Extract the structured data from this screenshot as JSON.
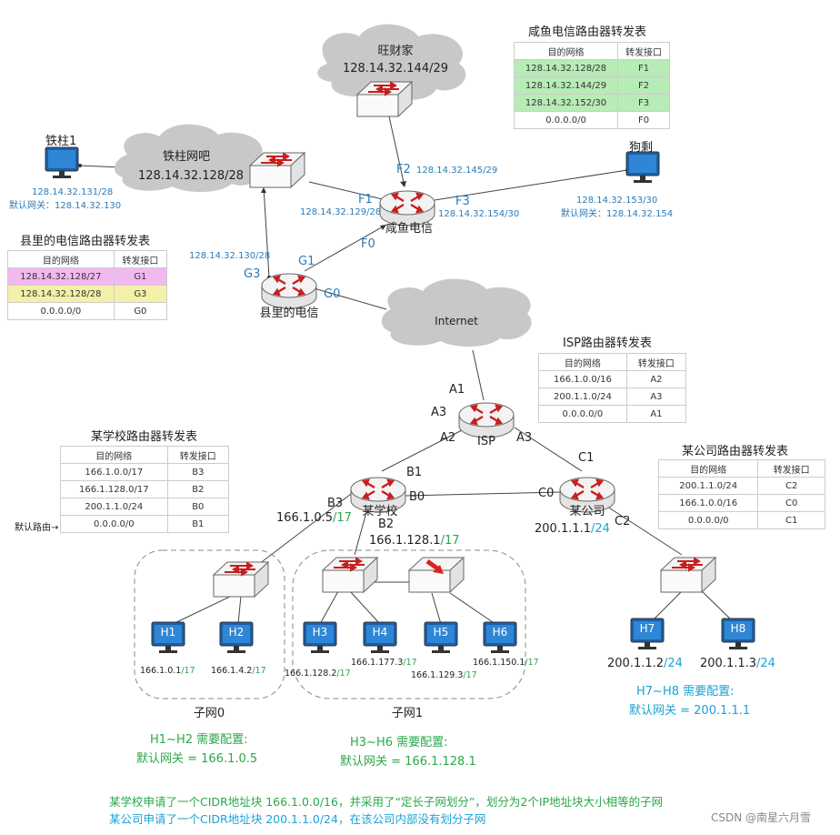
{
  "clouds": {
    "wangcaijia": {
      "name": "旺财家",
      "net": "128.14.32.144/29"
    },
    "tiezhu_bar": {
      "name": "铁柱网吧",
      "net": "128.14.32.128/28"
    },
    "internet": {
      "name": "Internet"
    }
  },
  "routers": {
    "xianyu": "咸鱼电信",
    "county": "县里的电信",
    "isp": "ISP",
    "school": "某学校",
    "company": "某公司"
  },
  "hosts": {
    "tiezhu1": {
      "name": "铁柱1",
      "ip": "128.14.32.131/28",
      "gw": "默认网关：128.14.32.130"
    },
    "goushen": {
      "name": "狗剩",
      "ip": "128.14.32.153/30",
      "gw": "默认网关：128.14.32.154"
    },
    "h1": {
      "name": "H1",
      "ip": "166.1.0.1",
      "mask": "/17"
    },
    "h2": {
      "name": "H2",
      "ip": "166.1.4.2",
      "mask": "/17"
    },
    "h3": {
      "name": "H3",
      "ip": "166.1.128.2",
      "mask": "/17"
    },
    "h4": {
      "name": "H4",
      "ip": "166.1.177.3",
      "mask": "/17"
    },
    "h5": {
      "name": "H5",
      "ip": "166.1.129.3",
      "mask": "/17"
    },
    "h6": {
      "name": "H6",
      "ip": "166.1.150.1",
      "mask": "/17"
    },
    "h7": {
      "name": "H7",
      "ip": "200.1.1.2",
      "mask": "/24"
    },
    "h8": {
      "name": "H8",
      "ip": "200.1.1.3",
      "mask": "/24"
    }
  },
  "interfaces": {
    "f1": "F1",
    "f1_ip": "128.14.32.129/28",
    "f2": "F2",
    "f2_ip": "128.14.32.145/29",
    "f3": "F3",
    "f3_ip": "128.14.32.154/30",
    "f0": "F0",
    "g0": "G0",
    "g1": "G1",
    "g3": "G3",
    "g3_ip": "128.14.32.130/28",
    "a1": "A1",
    "a2": "A2",
    "a3_left": "A3",
    "a3_right": "A3",
    "b0": "B0",
    "b1": "B1",
    "b2": "B2",
    "b3": "B3",
    "b3_ip": "166.1.0.5",
    "b3_mask": "/17",
    "b2_ip": "166.1.128.1",
    "b2_mask": "/17",
    "c0": "C0",
    "c1": "C1",
    "c2": "C2",
    "c_ip": "200.1.1.1",
    "c_mask": "/24"
  },
  "subnets": {
    "s0": "子网0",
    "s1": "子网1"
  },
  "tables": {
    "xianyu": {
      "title": "咸鱼电信路由器转发表",
      "headers": [
        "目的网络",
        "转发接口"
      ],
      "rows": [
        [
          "128.14.32.128/28",
          "F1"
        ],
        [
          "128.14.32.144/29",
          "F2"
        ],
        [
          "128.14.32.152/30",
          "F3"
        ],
        [
          "0.0.0.0/0",
          "F0"
        ]
      ]
    },
    "county": {
      "title": "县里的电信路由器转发表",
      "headers": [
        "目的网络",
        "转发接口"
      ],
      "rows": [
        [
          "128.14.32.128/27",
          "G1"
        ],
        [
          "128.14.32.128/28",
          "G3"
        ],
        [
          "0.0.0.0/0",
          "G0"
        ]
      ]
    },
    "isp": {
      "title": "ISP路由器转发表",
      "headers": [
        "目的网络",
        "转发接口"
      ],
      "rows": [
        [
          "166.1.0.0/16",
          "A2"
        ],
        [
          "200.1.1.0/24",
          "A3"
        ],
        [
          "0.0.0.0/0",
          "A1"
        ]
      ]
    },
    "school": {
      "title": "某学校路由器转发表",
      "headers": [
        "目的网络",
        "转发接口"
      ],
      "rows": [
        [
          "166.1.0.0/17",
          "B3"
        ],
        [
          "166.1.128.0/17",
          "B2"
        ],
        [
          "200.1.1.0/24",
          "B0"
        ],
        [
          "0.0.0.0/0",
          "B1"
        ]
      ],
      "default_label": "默认路由→"
    },
    "company": {
      "title": "某公司路由器转发表",
      "headers": [
        "目的网络",
        "转发接口"
      ],
      "rows": [
        [
          "200.1.1.0/24",
          "C2"
        ],
        [
          "166.1.0.0/16",
          "C0"
        ],
        [
          "0.0.0.0/0",
          "C1"
        ]
      ]
    }
  },
  "notes": {
    "h12_title": "H1~H2 需要配置:",
    "h12_gw": "默认网关 = 166.1.0.5",
    "h36_title": "H3~H6 需要配置:",
    "h36_gw": "默认网关 = 166.1.128.1",
    "h78_title": "H7~H8 需要配置:",
    "h78_gw": "默认网关 = 200.1.1.1",
    "school_note": "某学校申请了一个CIDR地址块 166.1.0.0/16，并采用了“定长子网划分”，划分为2个IP地址块大小相等的子网",
    "company_note": "某公司申请了一个CIDR地址块 200.1.1.0/24，在该公司内部没有划分子网"
  },
  "watermark": "CSDN @南星六月雪",
  "colors": {
    "blue_label": "#2b7bb9",
    "green": "#2aa84a",
    "cyan": "#1aa3d6",
    "router_arrow": "#c81e1e"
  }
}
